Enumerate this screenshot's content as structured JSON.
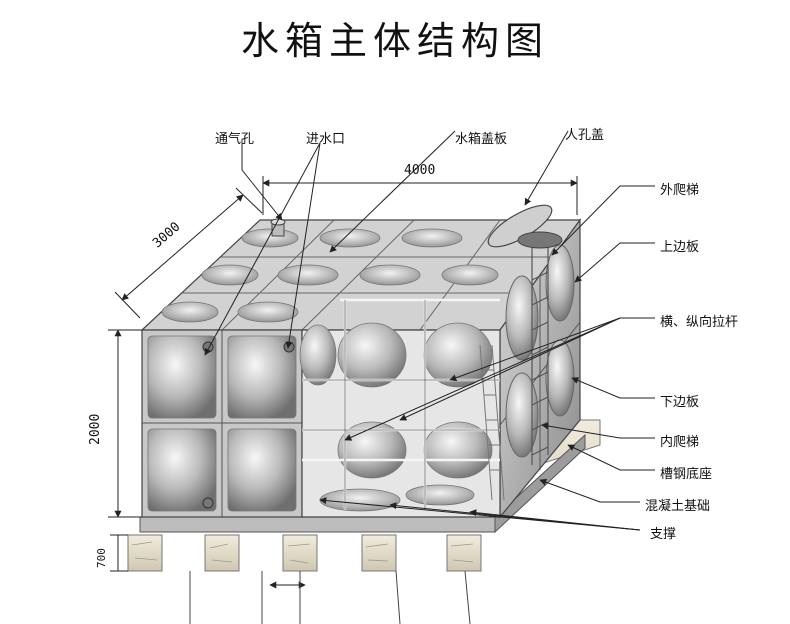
{
  "title": "水箱主体结构图",
  "labels": {
    "vent": "通气孔",
    "inlet": "进水口",
    "cover": "水箱盖板",
    "manhole": "人孔盖",
    "outer_ladder": "外爬梯",
    "top_plate": "上边板",
    "tie_rods": "横、纵向拉杆",
    "bottom_plate": "下边板",
    "inner_ladder": "内爬梯",
    "channel_base": "槽钢底座",
    "concrete_base": "混凝土基础",
    "support": "支撑"
  },
  "dimensions": {
    "length": "4000",
    "width": "3000",
    "height": "2000",
    "base_height": "700"
  },
  "colors": {
    "panel": "#c9c9c9",
    "panel_dark": "#8e8e8e",
    "panel_light": "#efefef",
    "line": "#333333",
    "concrete": "#e9e3d2"
  }
}
